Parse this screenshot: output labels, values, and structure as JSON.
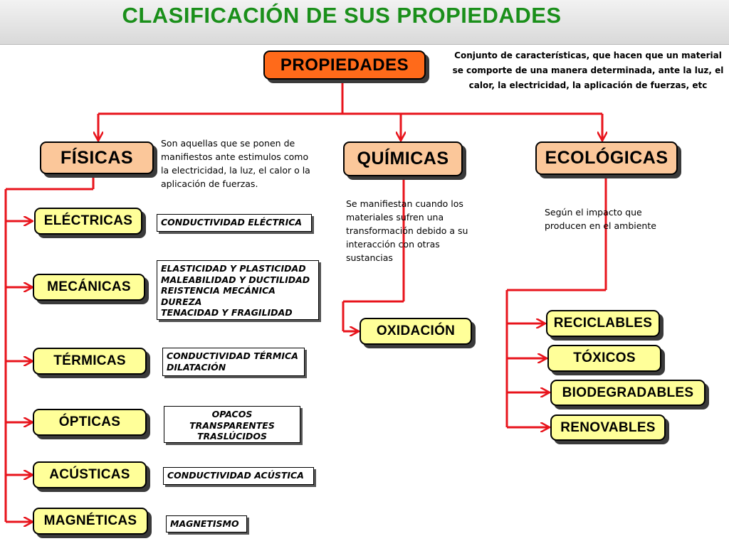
{
  "title": "CLASIFICACIÓN DE SUS PROPIEDADES",
  "root": {
    "label": "PROPIEDADES",
    "description": "Conjunto de características, que hacen que un material se comporte de una manera determinada, ante la luz, el calor, la electricidad, la aplicación de fuerzas, etc"
  },
  "fisicas": {
    "label": "FÍSICAS",
    "description": "Son aquellas que se ponen de manifiestos ante estimulos como la electricidad, la luz, el calor o la aplicación de fuerzas.",
    "items": [
      {
        "label": "ELÉCTRICAS",
        "details": [
          "CONDUCTIVIDAD  ELÉCTRICA"
        ]
      },
      {
        "label": "MECÁNICAS",
        "details": [
          "ELASTICIDAD Y PLASTICIDAD",
          "MALEABILIDAD Y DUCTILIDAD",
          "REISTENCIA MECÁNICA",
          "DUREZA",
          "TENACIDAD Y FRAGILIDAD"
        ]
      },
      {
        "label": "TÉRMICAS",
        "details": [
          "CONDUCTIVIDAD TÉRMICA",
          "DILATACIÓN"
        ]
      },
      {
        "label": "ÓPTICAS",
        "details": [
          "OPACOS",
          "TRANSPARENTES",
          "TRASLÚCIDOS"
        ]
      },
      {
        "label": "ACÚSTICAS",
        "details": [
          "CONDUCTIVIDAD  ACÚSTICA"
        ]
      },
      {
        "label": "MAGNÉTICAS",
        "details": [
          "MAGNETISMO"
        ]
      }
    ]
  },
  "quimicas": {
    "label": "QUÍMICAS",
    "description": "Se manifiestan cuando los materiales sufren una transformación debido a su interacción con otras sustancias",
    "items": [
      {
        "label": "OXIDACIÓN"
      }
    ]
  },
  "ecologicas": {
    "label": "ECOLÓGICAS",
    "description": "Según el impacto que producen  en el ambiente",
    "items": [
      {
        "label": "RECICLABLES"
      },
      {
        "label": "TÓXICOS"
      },
      {
        "label": "BIODEGRADABLES"
      },
      {
        "label": "RENOVABLES"
      }
    ]
  },
  "colors": {
    "title": "#1a8f1a",
    "connector": "#e8141c",
    "root_box": "#ff6a1a",
    "category_box": "#fbc79a",
    "leaf_box": "#ffff99"
  }
}
